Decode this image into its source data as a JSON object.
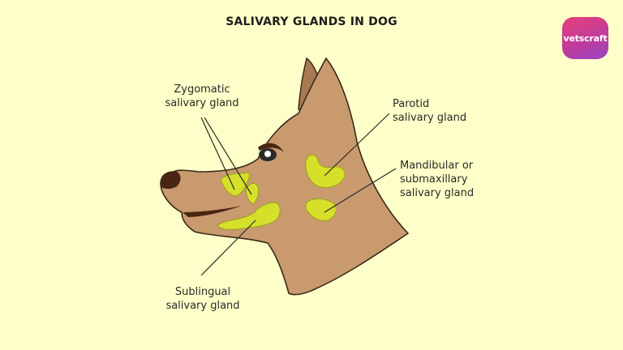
{
  "title": "SALIVARY GLANDS IN DOG",
  "logo": {
    "text": "vetscraft",
    "colors": [
      "#e8407a",
      "#9a46c4"
    ]
  },
  "colors": {
    "background": "#fefec8",
    "skin": "#c99a6e",
    "ear_inner": "#a97a52",
    "outline": "#3a2a1a",
    "gland": "#d6e02a",
    "gland_outline": "#9aa018",
    "nose": "#4a2414"
  },
  "labels": {
    "zygomatic": {
      "line1": "Zygomatic",
      "line2": "salivary gland"
    },
    "parotid": {
      "line1": "Parotid",
      "line2": "salivary gland"
    },
    "mandibular": {
      "line1": "Mandibular or",
      "line2": "submaxillary",
      "line3": "salivary gland"
    },
    "sublingual": {
      "line1": "Sublingual",
      "line2": "salivary gland"
    }
  }
}
